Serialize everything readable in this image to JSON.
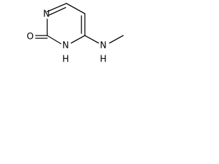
{
  "molecule": {
    "atoms": {
      "n_ring_top": "N",
      "n_ring_nh": "N",
      "h_ring_nh": "H",
      "o_carbonyl": "O",
      "n_amine": "N",
      "h_amine": "H"
    }
  }
}
